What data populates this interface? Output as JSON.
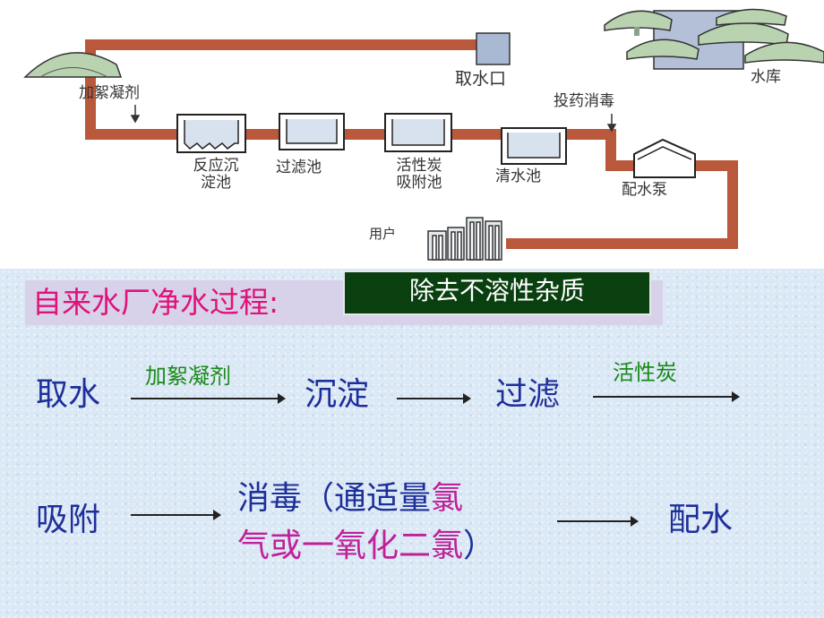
{
  "diagram": {
    "labels": {
      "intake": "取水口",
      "reservoir": "水库",
      "coagulant": "加絮凝剂",
      "disinfect": "投药消毒",
      "reaction_1": "反应沉",
      "reaction_2": "淀池",
      "filter": "过滤池",
      "carbon_1": "活性炭",
      "carbon_2": "吸附池",
      "clear": "清水池",
      "pump": "配水泵",
      "user": "用户"
    }
  },
  "summary": {
    "title": "自来水厂净水过程:",
    "note": "除去不溶性杂质",
    "row1": {
      "s1": "取水",
      "a1": "加絮凝剂",
      "s2": "沉淀",
      "s3": "过滤",
      "a3": "活性炭"
    },
    "row2": {
      "s1": "吸附",
      "line1a": "消毒（通适量",
      "line1b": "氯",
      "line2a": "气",
      "line2b": "或一氧化二氯",
      "line2c": "）",
      "s3": "配水"
    }
  },
  "colors": {
    "pipe": "#b9583a",
    "title": "#e0127a",
    "step": "#1d2f9a",
    "reagent": "#1a8a1a",
    "note_bg": "#0a4010",
    "highlight": "#c02098"
  }
}
